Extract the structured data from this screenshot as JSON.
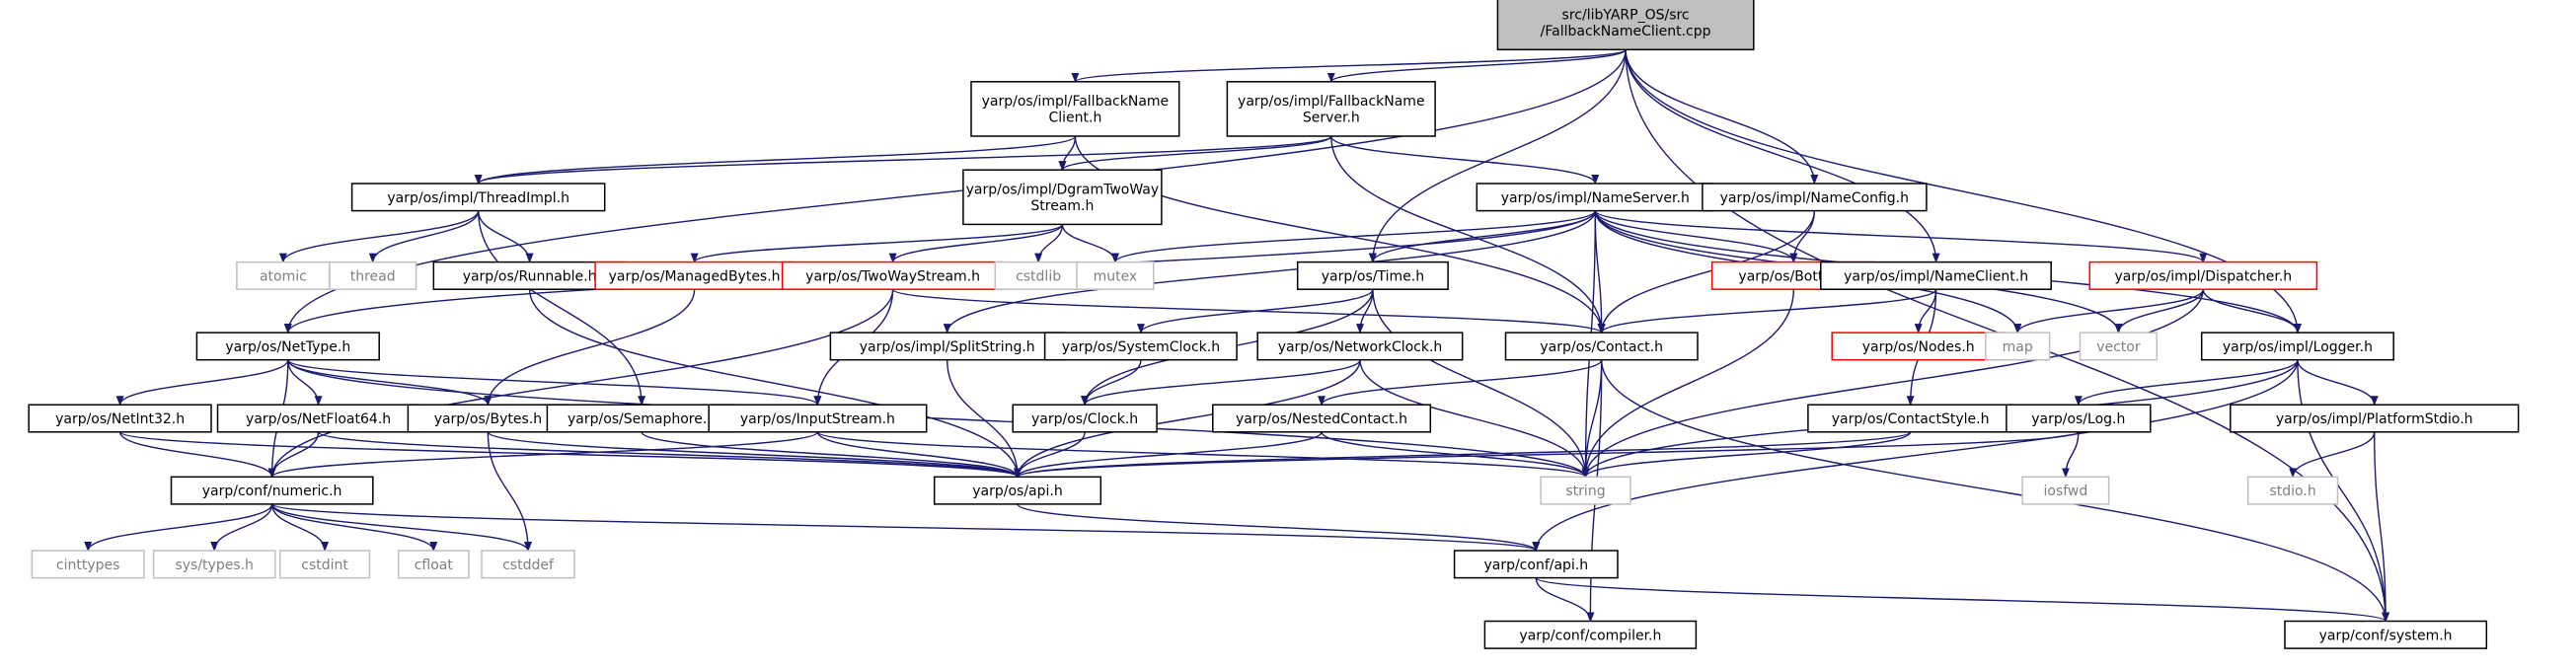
{
  "diagram": {
    "style": {
      "root_fill": "#bfbfbf",
      "node_stroke": "#000000",
      "external_stroke": "#bfbfbf",
      "external_text": "#808080",
      "truncated_stroke": "#ff0000",
      "edge_color": "#191970"
    },
    "nodes": [
      {
        "id": "root",
        "kind": "root",
        "lines": [
          "src/libYARP_OS/src",
          "/FallbackNameClient.cpp"
        ]
      },
      {
        "id": "fnc",
        "kind": "normal",
        "lines": [
          "yarp/os/impl/FallbackName",
          "Client.h"
        ]
      },
      {
        "id": "fns",
        "kind": "normal",
        "lines": [
          "yarp/os/impl/FallbackName",
          "Server.h"
        ]
      },
      {
        "id": "threadimpl",
        "kind": "normal",
        "lines": [
          "yarp/os/impl/ThreadImpl.h"
        ]
      },
      {
        "id": "dgram",
        "kind": "normal",
        "lines": [
          "yarp/os/impl/DgramTwoWay",
          "Stream.h"
        ]
      },
      {
        "id": "nameserver",
        "kind": "normal",
        "lines": [
          "yarp/os/impl/NameServer.h"
        ]
      },
      {
        "id": "nameconfig",
        "kind": "normal",
        "lines": [
          "yarp/os/impl/NameConfig.h"
        ]
      },
      {
        "id": "atomic",
        "kind": "external",
        "lines": [
          "atomic"
        ]
      },
      {
        "id": "thread",
        "kind": "external",
        "lines": [
          "thread"
        ]
      },
      {
        "id": "runnable",
        "kind": "normal",
        "lines": [
          "yarp/os/Runnable.h"
        ]
      },
      {
        "id": "managedbytes",
        "kind": "truncated",
        "lines": [
          "yarp/os/ManagedBytes.h"
        ]
      },
      {
        "id": "twowaystream",
        "kind": "truncated",
        "lines": [
          "yarp/os/TwoWayStream.h"
        ]
      },
      {
        "id": "cstdlib",
        "kind": "external",
        "lines": [
          "cstdlib"
        ]
      },
      {
        "id": "mutex",
        "kind": "external",
        "lines": [
          "mutex"
        ]
      },
      {
        "id": "time",
        "kind": "normal",
        "lines": [
          "yarp/os/Time.h"
        ]
      },
      {
        "id": "bottle",
        "kind": "truncated",
        "lines": [
          "yarp/os/Bottle.h"
        ]
      },
      {
        "id": "nameclient",
        "kind": "normal",
        "lines": [
          "yarp/os/impl/NameClient.h"
        ]
      },
      {
        "id": "dispatcher",
        "kind": "truncated",
        "lines": [
          "yarp/os/impl/Dispatcher.h"
        ]
      },
      {
        "id": "nettype",
        "kind": "normal",
        "lines": [
          "yarp/os/NetType.h"
        ]
      },
      {
        "id": "splitstring",
        "kind": "normal",
        "lines": [
          "yarp/os/impl/SplitString.h"
        ]
      },
      {
        "id": "systemclock",
        "kind": "normal",
        "lines": [
          "yarp/os/SystemClock.h"
        ]
      },
      {
        "id": "networkclock",
        "kind": "normal",
        "lines": [
          "yarp/os/NetworkClock.h"
        ]
      },
      {
        "id": "contact",
        "kind": "normal",
        "lines": [
          "yarp/os/Contact.h"
        ]
      },
      {
        "id": "nodes",
        "kind": "truncated",
        "lines": [
          "yarp/os/Nodes.h"
        ]
      },
      {
        "id": "map",
        "kind": "external",
        "lines": [
          "map"
        ]
      },
      {
        "id": "vector",
        "kind": "external",
        "lines": [
          "vector"
        ]
      },
      {
        "id": "logger",
        "kind": "normal",
        "lines": [
          "yarp/os/impl/Logger.h"
        ]
      },
      {
        "id": "netint32",
        "kind": "normal",
        "lines": [
          "yarp/os/NetInt32.h"
        ]
      },
      {
        "id": "netfloat64",
        "kind": "normal",
        "lines": [
          "yarp/os/NetFloat64.h"
        ]
      },
      {
        "id": "bytes",
        "kind": "normal",
        "lines": [
          "yarp/os/Bytes.h"
        ]
      },
      {
        "id": "semaphore",
        "kind": "normal",
        "lines": [
          "yarp/os/Semaphore.h"
        ]
      },
      {
        "id": "inputstream",
        "kind": "normal",
        "lines": [
          "yarp/os/InputStream.h"
        ]
      },
      {
        "id": "clock",
        "kind": "normal",
        "lines": [
          "yarp/os/Clock.h"
        ]
      },
      {
        "id": "nestedcontact",
        "kind": "normal",
        "lines": [
          "yarp/os/NestedContact.h"
        ]
      },
      {
        "id": "contactstyle",
        "kind": "normal",
        "lines": [
          "yarp/os/ContactStyle.h"
        ]
      },
      {
        "id": "log",
        "kind": "normal",
        "lines": [
          "yarp/os/Log.h"
        ]
      },
      {
        "id": "platformstdio",
        "kind": "normal",
        "lines": [
          "yarp/os/impl/PlatformStdio.h"
        ]
      },
      {
        "id": "numeric",
        "kind": "normal",
        "lines": [
          "yarp/conf/numeric.h"
        ]
      },
      {
        "id": "osapi",
        "kind": "normal",
        "lines": [
          "yarp/os/api.h"
        ]
      },
      {
        "id": "string",
        "kind": "external",
        "lines": [
          "string"
        ]
      },
      {
        "id": "iosfwd",
        "kind": "external",
        "lines": [
          "iosfwd"
        ]
      },
      {
        "id": "stdio",
        "kind": "external",
        "lines": [
          "stdio.h"
        ]
      },
      {
        "id": "cinttypes",
        "kind": "external",
        "lines": [
          "cinttypes"
        ]
      },
      {
        "id": "systypes",
        "kind": "external",
        "lines": [
          "sys/types.h"
        ]
      },
      {
        "id": "cstdint",
        "kind": "external",
        "lines": [
          "cstdint"
        ]
      },
      {
        "id": "cfloat",
        "kind": "external",
        "lines": [
          "cfloat"
        ]
      },
      {
        "id": "cstddef",
        "kind": "external",
        "lines": [
          "cstddef"
        ]
      },
      {
        "id": "confapi",
        "kind": "normal",
        "lines": [
          "yarp/conf/api.h"
        ]
      },
      {
        "id": "compiler",
        "kind": "normal",
        "lines": [
          "yarp/conf/compiler.h"
        ]
      },
      {
        "id": "system",
        "kind": "normal",
        "lines": [
          "yarp/conf/system.h"
        ]
      }
    ],
    "edges": [
      [
        "root",
        "fnc"
      ],
      [
        "root",
        "fns"
      ],
      [
        "root",
        "nettype"
      ],
      [
        "root",
        "time"
      ],
      [
        "root",
        "nameconfig"
      ],
      [
        "root",
        "nameclient"
      ],
      [
        "root",
        "logger"
      ],
      [
        "root",
        "system"
      ],
      [
        "fnc",
        "threadimpl"
      ],
      [
        "fnc",
        "dgram"
      ],
      [
        "fnc",
        "contact"
      ],
      [
        "fns",
        "threadimpl"
      ],
      [
        "fns",
        "dgram"
      ],
      [
        "fns",
        "nameserver"
      ],
      [
        "fns",
        "contact"
      ],
      [
        "threadimpl",
        "atomic"
      ],
      [
        "threadimpl",
        "thread"
      ],
      [
        "threadimpl",
        "runnable"
      ],
      [
        "threadimpl",
        "semaphore"
      ],
      [
        "dgram",
        "managedbytes"
      ],
      [
        "dgram",
        "twowaystream"
      ],
      [
        "dgram",
        "cstdlib"
      ],
      [
        "dgram",
        "mutex"
      ],
      [
        "nameserver",
        "mutex"
      ],
      [
        "nameserver",
        "time"
      ],
      [
        "nameserver",
        "bottle"
      ],
      [
        "nameserver",
        "contact"
      ],
      [
        "nameserver",
        "dispatcher"
      ],
      [
        "nameserver",
        "logger"
      ],
      [
        "nameserver",
        "splitstring"
      ],
      [
        "nameserver",
        "nettype"
      ],
      [
        "nameserver",
        "map"
      ],
      [
        "nameserver",
        "vector"
      ],
      [
        "nameserver",
        "string"
      ],
      [
        "nameconfig",
        "bottle"
      ],
      [
        "nameconfig",
        "contact"
      ],
      [
        "runnable",
        "osapi"
      ],
      [
        "managedbytes",
        "bytes"
      ],
      [
        "twowaystream",
        "numeric"
      ],
      [
        "twowaystream",
        "inputstream"
      ],
      [
        "twowaystream",
        "contact"
      ],
      [
        "time",
        "systemclock"
      ],
      [
        "time",
        "networkclock"
      ],
      [
        "time",
        "clock"
      ],
      [
        "time",
        "string"
      ],
      [
        "bottle",
        "string"
      ],
      [
        "nameclient",
        "contact"
      ],
      [
        "nameclient",
        "nodes"
      ],
      [
        "nameclient",
        "contactstyle"
      ],
      [
        "dispatcher",
        "map"
      ],
      [
        "dispatcher",
        "vector"
      ],
      [
        "dispatcher",
        "logger"
      ],
      [
        "dispatcher",
        "string"
      ],
      [
        "nettype",
        "netint32"
      ],
      [
        "nettype",
        "netfloat64"
      ],
      [
        "nettype",
        "bytes"
      ],
      [
        "nettype",
        "inputstream"
      ],
      [
        "nettype",
        "numeric"
      ],
      [
        "nettype",
        "string"
      ],
      [
        "splitstring",
        "osapi"
      ],
      [
        "systemclock",
        "clock"
      ],
      [
        "networkclock",
        "clock"
      ],
      [
        "networkclock",
        "osapi"
      ],
      [
        "networkclock",
        "string"
      ],
      [
        "contact",
        "nestedcontact"
      ],
      [
        "contact",
        "string"
      ],
      [
        "contact",
        "compiler"
      ],
      [
        "contact",
        "system"
      ],
      [
        "logger",
        "log"
      ],
      [
        "logger",
        "platformstdio"
      ],
      [
        "logger",
        "string"
      ],
      [
        "logger",
        "confapi"
      ],
      [
        "logger",
        "system"
      ],
      [
        "netint32",
        "numeric"
      ],
      [
        "netint32",
        "osapi"
      ],
      [
        "netfloat64",
        "numeric"
      ],
      [
        "netfloat64",
        "osapi"
      ],
      [
        "bytes",
        "osapi"
      ],
      [
        "bytes",
        "cstddef"
      ],
      [
        "semaphore",
        "osapi"
      ],
      [
        "inputstream",
        "osapi"
      ],
      [
        "inputstream",
        "numeric"
      ],
      [
        "inputstream",
        "string"
      ],
      [
        "clock",
        "osapi"
      ],
      [
        "nestedcontact",
        "osapi"
      ],
      [
        "nestedcontact",
        "string"
      ],
      [
        "contactstyle",
        "osapi"
      ],
      [
        "contactstyle",
        "string"
      ],
      [
        "log",
        "osapi"
      ],
      [
        "log",
        "iosfwd"
      ],
      [
        "platformstdio",
        "stdio"
      ],
      [
        "platformstdio",
        "system"
      ],
      [
        "numeric",
        "cinttypes"
      ],
      [
        "numeric",
        "systypes"
      ],
      [
        "numeric",
        "cstdint"
      ],
      [
        "numeric",
        "cfloat"
      ],
      [
        "numeric",
        "cstddef"
      ],
      [
        "numeric",
        "confapi"
      ],
      [
        "osapi",
        "confapi"
      ],
      [
        "confapi",
        "compiler"
      ],
      [
        "confapi",
        "system"
      ]
    ]
  }
}
